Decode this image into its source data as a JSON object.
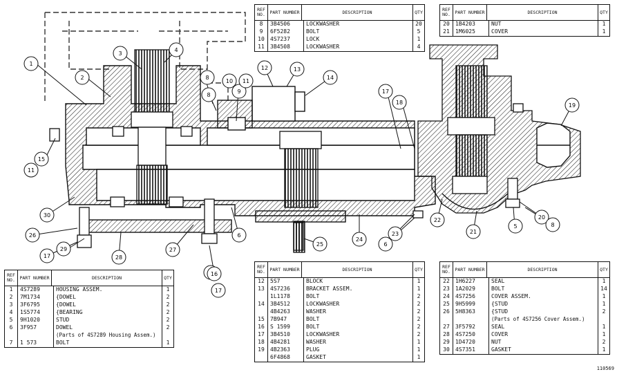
{
  "figure_id": "110569",
  "table_headers": {
    "ref": "REF NO.",
    "part": "PART NUMBER",
    "desc": "DESCRIPTION",
    "qty": "QTY"
  },
  "callouts": [
    "1",
    "2",
    "3",
    "4",
    "5",
    "6",
    "7",
    "8",
    "9",
    "10",
    "11",
    "12",
    "13",
    "14",
    "15",
    "16",
    "17",
    "18",
    "19",
    "20",
    "21",
    "22",
    "23",
    "24",
    "25",
    "26",
    "27",
    "28",
    "29",
    "30"
  ],
  "table_top_mid": [
    {
      "ref": "8",
      "part": "3B4506",
      "desc": "LOCKWASHER",
      "qty": "20"
    },
    {
      "ref": "9",
      "part": "6F5282",
      "desc": "BOLT",
      "qty": "5"
    },
    {
      "ref": "10",
      "part": "4S7237",
      "desc": "LOCK",
      "qty": "1"
    },
    {
      "ref": "11",
      "part": "3B4508",
      "desc": "LOCKWASHER",
      "qty": "4"
    }
  ],
  "table_top_right": [
    {
      "ref": "20",
      "part": "1B4203",
      "desc": "NUT",
      "qty": "1"
    },
    {
      "ref": "21",
      "part": "1M6025",
      "desc": "COVER",
      "qty": "1"
    }
  ],
  "table_bottom_left": [
    {
      "ref": "1",
      "part": "4S7289",
      "desc": "HOUSING ASSEM.",
      "qty": "1"
    },
    {
      "ref": "2",
      "part": "7M1734",
      "desc": "{DOWEL",
      "qty": "2"
    },
    {
      "ref": "3",
      "part": "3F6795",
      "desc": "{DOWEL",
      "qty": "2"
    },
    {
      "ref": "4",
      "part": "1S5774",
      "desc": "{BEARING",
      "qty": "2"
    },
    {
      "ref": "5",
      "part": "9H1020",
      "desc": "STUD",
      "qty": "2"
    },
    {
      "ref": "6",
      "part": "3F957",
      "desc": "DOWEL",
      "qty": "2"
    },
    {
      "ref": "",
      "part": "",
      "desc": "(Parts of 4S7289 Housing Assem.)",
      "qty": ""
    },
    {
      "ref": "7",
      "part": "1 573",
      "desc": "BOLT",
      "qty": "1"
    }
  ],
  "table_bottom_mid": [
    {
      "ref": "12",
      "part": "5S7",
      "desc": "BLOCK",
      "qty": "1"
    },
    {
      "ref": "13",
      "part": "4S7236",
      "desc": "BRACKET ASSEM.",
      "qty": "1"
    },
    {
      "ref": "",
      "part": "1L1178",
      "desc": "BOLT",
      "qty": "2"
    },
    {
      "ref": "14",
      "part": "3B4512",
      "desc": "LOCKWASHER",
      "qty": "2"
    },
    {
      "ref": "",
      "part": "4B4263",
      "desc": "WASHER",
      "qty": "2"
    },
    {
      "ref": "15",
      "part": "7B947",
      "desc": "BOLT",
      "qty": "2"
    },
    {
      "ref": "16",
      "part": "S 1599",
      "desc": "BOLT",
      "qty": "2"
    },
    {
      "ref": "17",
      "part": "3B4510",
      "desc": "LOCKWASHER",
      "qty": "2"
    },
    {
      "ref": "18",
      "part": "4B4281",
      "desc": "WASHER",
      "qty": "1"
    },
    {
      "ref": "19",
      "part": "4B2363",
      "desc": "PLUG",
      "qty": "1"
    },
    {
      "ref": "",
      "part": "6F4868",
      "desc": "GASKET",
      "qty": "1"
    }
  ],
  "table_bottom_right": [
    {
      "ref": "22",
      "part": "1H6227",
      "desc": "SEAL",
      "qty": "1"
    },
    {
      "ref": "23",
      "part": "1A2029",
      "desc": "BOLT",
      "qty": "14"
    },
    {
      "ref": "24",
      "part": "4S7256",
      "desc": "COVER ASSEM.",
      "qty": "1"
    },
    {
      "ref": "25",
      "part": "9H5999",
      "desc": "{STUD",
      "qty": "1"
    },
    {
      "ref": "26",
      "part": "5H8363",
      "desc": "{STUD",
      "qty": "2"
    },
    {
      "ref": "",
      "part": "",
      "desc": "(Parts of 4S7256 Cover Assem.)",
      "qty": ""
    },
    {
      "ref": "27",
      "part": "3F5792",
      "desc": "SEAL",
      "qty": "1"
    },
    {
      "ref": "28",
      "part": "4S7250",
      "desc": "COVER",
      "qty": "1"
    },
    {
      "ref": "29",
      "part": "1D4720",
      "desc": "NUT",
      "qty": "2"
    },
    {
      "ref": "30",
      "part": "4S7351",
      "desc": "GASKET",
      "qty": "1"
    }
  ]
}
